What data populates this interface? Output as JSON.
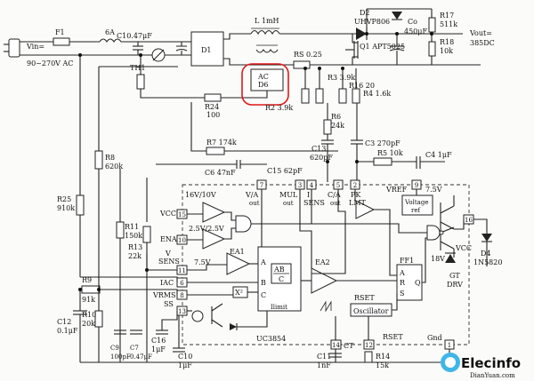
{
  "labels": {
    "f1": "F1",
    "input_choke": "6A",
    "c1": "C10.47μF",
    "vin": "Vin=",
    "vin_range": "90~270V AC",
    "th1": "TH1",
    "d1": "D1",
    "l": "L 1mH",
    "d2": "D2",
    "d2_part": "UHVP806",
    "co": "Co",
    "co_value": "450μF",
    "q1": "Q1 APT5025",
    "r17": "R17",
    "r17_value": "511k",
    "r18": "R18",
    "r18_value": "10k",
    "vout": "Vout=",
    "vout_value": "385DC",
    "rs": "RS 0.25",
    "d6_ac": "AC",
    "d6": "D6",
    "r3": "R3 3.9k",
    "r16": "R16 20",
    "r4": "R4 1.6k",
    "r2": "R2 3.9k",
    "r24": "R24",
    "r24_value": "100",
    "r6": "R6",
    "r6_value": "24k",
    "c13": "C13",
    "c13_value": "620pF",
    "c3": "C3 270pF",
    "r7": "R7 174k",
    "r5": "R5 10k",
    "c4": "C4 1μF",
    "c6": "C6 47nF",
    "c15": "C15 62pF",
    "r8": "R8",
    "r8_value": "620k",
    "r25": "R25",
    "r25_value": "910k",
    "r11": "R11",
    "r11_value": "150k",
    "r13": "R13",
    "r13_value": "22k",
    "r9": "R9",
    "r9_value": "91k",
    "r10": "R10",
    "r10_value": "20k",
    "c12": "C12",
    "c12_value": "0.1μF",
    "c9": "C9",
    "c9_value": "100pF",
    "c7": "C7",
    "c7_value": "0.47μF",
    "c16": "C16",
    "c16_value": "1μF",
    "c10": "C10",
    "c10_value": "1μF",
    "c11": "C11",
    "c11_value": "1nF",
    "r14": "R14",
    "r14_value": "15k",
    "d4": "D4",
    "d4_part": "1N5820"
  },
  "ic": {
    "part": "UC3854",
    "v_a_out": "V/A",
    "mul_out": "MUL",
    "out": "out",
    "i_sens": "I",
    "sens": "SENS",
    "c_a_out": "C/A",
    "pk": "PK",
    "lmt": "LMT",
    "uvlo": "16V/10V",
    "vcc": "VCC",
    "ena_threshold": "2.5V/2.5V",
    "ena": "ENA",
    "v": "V",
    "v_sens": "SENS",
    "ref_7_5": "7.5V",
    "ea1": "EA1",
    "iac": "IAC",
    "vrms": "VRMS",
    "ss": "SS",
    "x2": "X²",
    "mul_a": "A",
    "mul_b": "B",
    "mul_c": "C",
    "ab": "AB",
    "c": "C",
    "ilimit": "Ilimit",
    "ea2": "EA2",
    "rset_inner": "RSET",
    "oscillator": "Oscillator",
    "ff1": "FF1",
    "ff_a": "A",
    "ff_r": "R",
    "ff_s": "S",
    "ff_q": "Q",
    "vref": "VREF",
    "ref_out": "7.5V",
    "voltage": "Voltage",
    "ref": "ref",
    "v18": "18V",
    "gt": "GT",
    "drv": "DRV",
    "ct": "CT",
    "rset": "RSET",
    "gnd": "Gnd"
  },
  "watermark": {
    "brand": "Elecinfo",
    "domain": "DianYuan.com"
  },
  "colors": {
    "highlight": "#e01818",
    "watermark": "#2a9fd6"
  }
}
